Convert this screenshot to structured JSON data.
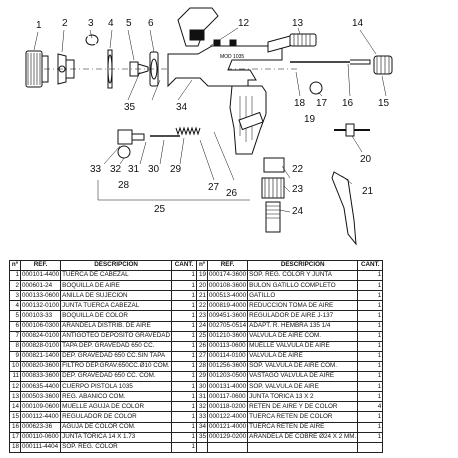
{
  "diagram": {
    "callouts": [
      "1",
      "2",
      "3",
      "4",
      "5",
      "6",
      "12",
      "13",
      "14",
      "15",
      "16",
      "17",
      "18",
      "19",
      "20",
      "21",
      "22",
      "23",
      "24",
      "25",
      "26",
      "27",
      "28",
      "29",
      "30",
      "31",
      "32",
      "33",
      "34",
      "35"
    ],
    "model_label": "MOD 1035"
  },
  "table": {
    "headers": [
      "nº",
      "REF.",
      "DESCRIPCIÓN",
      "CANT.",
      "nº",
      "REF.",
      "DESCRIPCIÓN",
      "CANT."
    ],
    "rows": [
      [
        "1",
        "000101-4400",
        "TUERCA DE CABEZAL",
        "1",
        "19",
        "000174-3600",
        "SOP. REG. COLOR Y JUNTA",
        "1"
      ],
      [
        "2",
        "000601-24",
        "BOQUILLA DE AIRE",
        "1",
        "20",
        "000108-3600",
        "BULON GATILLO COMPLETO",
        "1"
      ],
      [
        "3",
        "000133-0600",
        "ANILLA DE SUJECION",
        "1",
        "21",
        "000513-4000",
        "GATILLO",
        "1"
      ],
      [
        "4",
        "000132-0100",
        "JUNTA TUERCA CABEZAL",
        "1",
        "22",
        "000819-4000",
        "REDUCCION TOMA DE AIRE",
        "1"
      ],
      [
        "5",
        "000103-33",
        "BOQUILLA DE COLOR",
        "1",
        "23",
        "009451-3600",
        "REGULADOR DE AIRE J-137",
        "1"
      ],
      [
        "6",
        "000106-0300",
        "ARANDELA DISTRIB. DE AIRE",
        "1",
        "24",
        "002705-0514",
        "ADAPT. R. HEMBRA 135 1/4",
        "1"
      ],
      [
        "7",
        "000824-0100",
        "ANTIGOTEO DEPOSITO GRAVEDAD",
        "1",
        "25",
        "001210-3600",
        "VALVULA DE AIRE COM.",
        "1"
      ],
      [
        "8",
        "000828-0100",
        "TAPA DEP. GRAVEDAD 650 CC.",
        "1",
        "26",
        "000113-0600",
        "MUELLE VALVULA DE AIRE",
        "1"
      ],
      [
        "9",
        "000821-1400",
        "DEP. GRAVEDAD 650 CC.SIN TAPA",
        "1",
        "27",
        "000114-0100",
        "VALVULA DE AIRE",
        "1"
      ],
      [
        "10",
        "000820-3600",
        "FILTRO DEP.GRAV.650CC.Ø10 COM.",
        "1",
        "28",
        "001256-3600",
        "SOP. VALVULA DE AIRE COM.",
        "1"
      ],
      [
        "11",
        "000833-3600",
        "DEP. GRAVEDAD 650 CC. COM.",
        "1",
        "29",
        "001203-0500",
        "VASTAGO VALVULA DE AIRE",
        "1"
      ],
      [
        "12",
        "000635-4400",
        "CUERPO PISTOLA 1035",
        "1",
        "30",
        "000131-4000",
        "SOP. VALVULA DE AIRE",
        "1"
      ],
      [
        "13",
        "000503-3600",
        "REG. ABANICO COM.",
        "1",
        "31",
        "000117-0600",
        "JUNTA TORICA 13 X 2",
        "1"
      ],
      [
        "14",
        "000109-0600",
        "MUELLE AGUJA DE COLOR",
        "1",
        "32",
        "000118-0200",
        "RETEN DE AIRE Y DE COLOR",
        "4"
      ],
      [
        "15",
        "000112-4400",
        "REGULADOR DE COLOR",
        "1",
        "33",
        "000122-4000",
        "TUERCA RETEN DE COLOR",
        "1"
      ],
      [
        "16",
        "000623-36",
        "AGUJA DE COLOR COM.",
        "1",
        "34",
        "000121-4000",
        "TUERCA RETEN DE AIRE",
        "1"
      ],
      [
        "17",
        "000110-0600",
        "JUNTA TORICA 14 X 1.73",
        "1",
        "35",
        "000129-0200",
        "ARANDELA DE COBRE Ø24 X 2 MM.",
        "1"
      ],
      [
        "18",
        "000111-4404",
        "SOP. REG. COLOR",
        "1",
        "",
        "",
        "",
        ""
      ]
    ]
  }
}
